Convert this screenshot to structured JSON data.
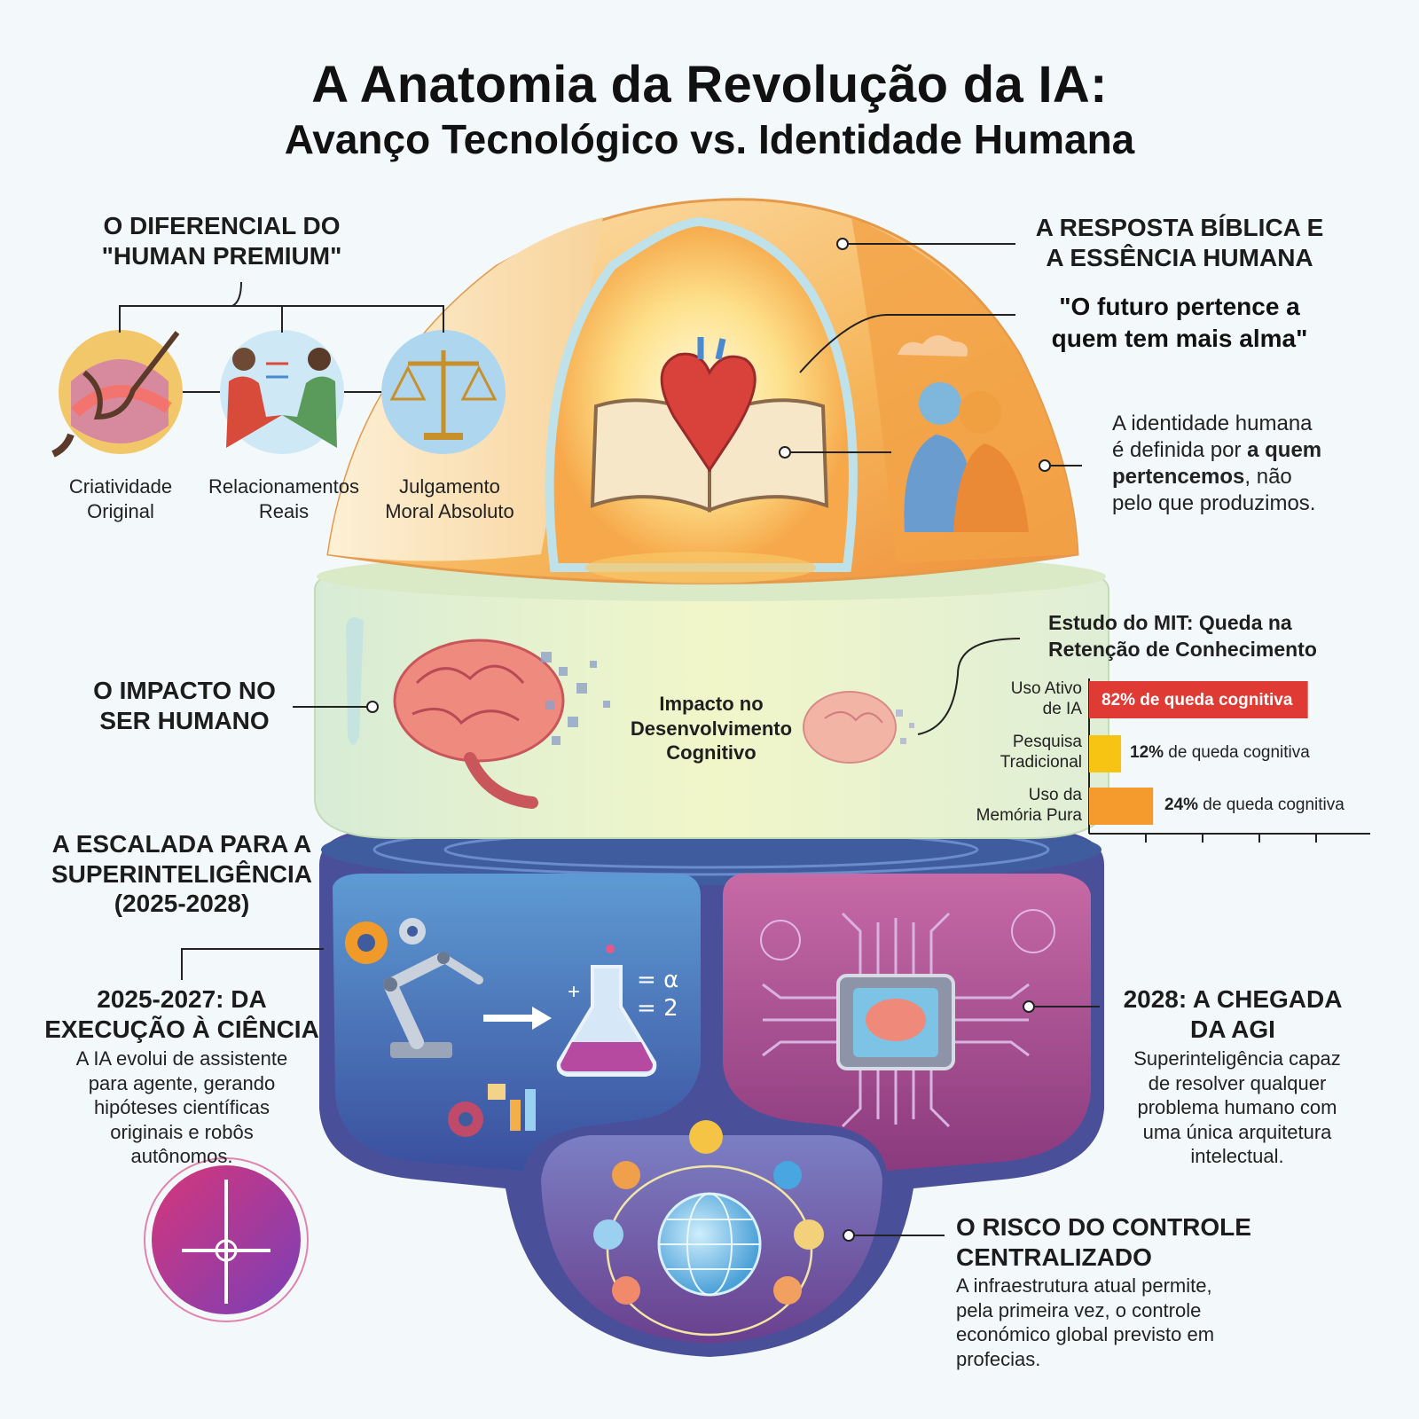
{
  "title": {
    "line1": "A Anatomia da Revolução da IA:",
    "line2": "Avanço Tecnológico vs. Identidade Humana"
  },
  "human_premium": {
    "heading_1": "O DIFERENCIAL DO",
    "heading_2": "\"HUMAN PREMIUM\"",
    "items": [
      {
        "label_1": "Criatividade",
        "label_2": "Original",
        "icon": "paintbrush-icon"
      },
      {
        "label_1": "Relacionamentos",
        "label_2": "Reais",
        "icon": "handshake-icon"
      },
      {
        "label_1": "Julgamento",
        "label_2": "Moral Absoluto",
        "icon": "scales-icon"
      }
    ]
  },
  "biblical": {
    "heading_1": "A RESPOSTA BÍBLICA E",
    "heading_2": "A ESSÊNCIA HUMANA",
    "quote_1": "\"O futuro pertence a",
    "quote_2": "quem tem mais alma\"",
    "identity_1": "A identidade humana",
    "identity_2_pre": "é definida por ",
    "identity_2_bold": "a quem",
    "identity_3_bold": "pertencemos",
    "identity_3_post": ", não",
    "identity_4": "pelo que produzimos."
  },
  "impact": {
    "heading_1": "O IMPACTO NO",
    "heading_2": "SER HUMANO",
    "center_1": "Impacto no",
    "center_2": "Desenvolvimento",
    "center_3": "Cognitivo"
  },
  "mit_study": {
    "heading_1": "Estudo do MIT: Queda na",
    "heading_2": "Retenção de Conhecimento"
  },
  "chart_data": {
    "type": "bar",
    "orientation": "horizontal",
    "title": "Estudo do MIT: Queda na Retenção de Conhecimento",
    "categories": [
      "Uso Ativo de IA",
      "Pesquisa Tradicional",
      "Uso da Memória Pura"
    ],
    "category_lines": [
      [
        "Uso Ativo",
        "de IA"
      ],
      [
        "Pesquisa",
        "Tradicional"
      ],
      [
        "Uso da",
        "Memória Pura"
      ]
    ],
    "values": [
      82,
      12,
      24
    ],
    "value_labels": [
      {
        "num": "82%",
        "rest": " de queda cognitiva"
      },
      {
        "num": "12%",
        "rest": " de queda cognitiva"
      },
      {
        "num": "24%",
        "rest": " de queda cognitiva"
      }
    ],
    "colors": [
      "#e03a35",
      "#f7c414",
      "#f59a2c"
    ],
    "xlim": [
      0,
      100
    ]
  },
  "superintelligence": {
    "heading_1": "A ESCALADA PARA A",
    "heading_2": "SUPERINTELIGÊNCIA",
    "heading_3": "(2025-2028)"
  },
  "phase_2025": {
    "heading_1": "2025-2027: DA",
    "heading_2": "EXECUÇÃO À CIÊNCIA",
    "text": [
      "A IA evolui de assistente",
      "para agente, gerando",
      "hipóteses científicas",
      "originais e robôs",
      "autônomos."
    ]
  },
  "agi_2028": {
    "heading_1": "2028: A CHEGADA",
    "heading_2": "DA AGI",
    "text": [
      "Superinteligência capaz",
      "de resolver qualquer",
      "problema humano com",
      "uma única arquitetura",
      "intelectual."
    ]
  },
  "control_risk": {
    "heading_1": "O RISCO DO CONTROLE",
    "heading_2": "CENTRALIZADO",
    "text": [
      "A infraestrutura atual permite,",
      "pela primeira vez, o controle",
      "económico global previsto em",
      "profecias."
    ]
  },
  "formula": {
    "a": "α",
    "b": "2",
    "plus": "+",
    "eq": "="
  },
  "colors": {
    "dome_outer": "#f5b34a",
    "band_green": "#e4f2c4",
    "bowl_blue": "#3c64a8",
    "bowl_purple": "#9a3d7c",
    "bowl_bottom": "#5b4a9a"
  }
}
